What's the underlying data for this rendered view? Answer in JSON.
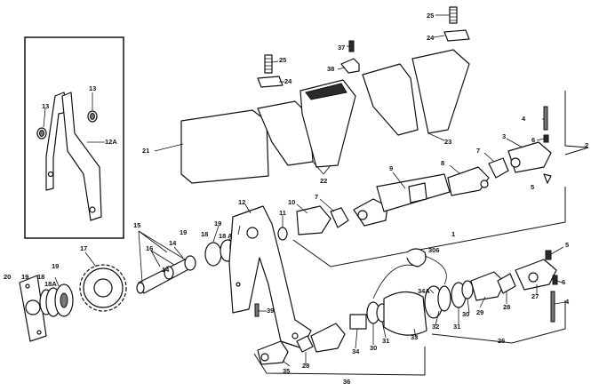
{
  "callouts": {
    "c1": "1",
    "c2": "2",
    "c3": "3",
    "c4a": "4",
    "c4b": "4",
    "c5a": "5",
    "c5b": "5",
    "c6a": "6",
    "c6b": "6",
    "c7a": "7",
    "c7b": "7",
    "c8": "8",
    "c9": "9",
    "c10": "10",
    "c11": "11",
    "c12": "12",
    "c12a": "12A",
    "c13a": "13",
    "c13b": "13",
    "c14a": "14",
    "c14b": "14",
    "c15": "15",
    "c16": "16",
    "c17": "17",
    "c18a": "18",
    "c18b": "18",
    "c18aa": "18A",
    "c18ab": "18 A",
    "c19a": "19",
    "c19b": "19",
    "c19c": "19",
    "c19d": "19",
    "c20": "20",
    "c21": "21",
    "c22": "22",
    "c23": "23",
    "c24a": "24",
    "c24b": "24",
    "c25a": "25",
    "c25b": "25",
    "c26": "26",
    "c27": "27",
    "c28a": "28",
    "c28b": "28",
    "c29": "29",
    "c30a": "30",
    "c30b": "30",
    "c31a": "31",
    "c31b": "31",
    "c32": "32",
    "c33": "33",
    "c34": "34",
    "c34a": "34A",
    "c35": "35",
    "c36": "36",
    "c37": "37",
    "c38": "38",
    "c39": "39",
    "c306": "306"
  }
}
